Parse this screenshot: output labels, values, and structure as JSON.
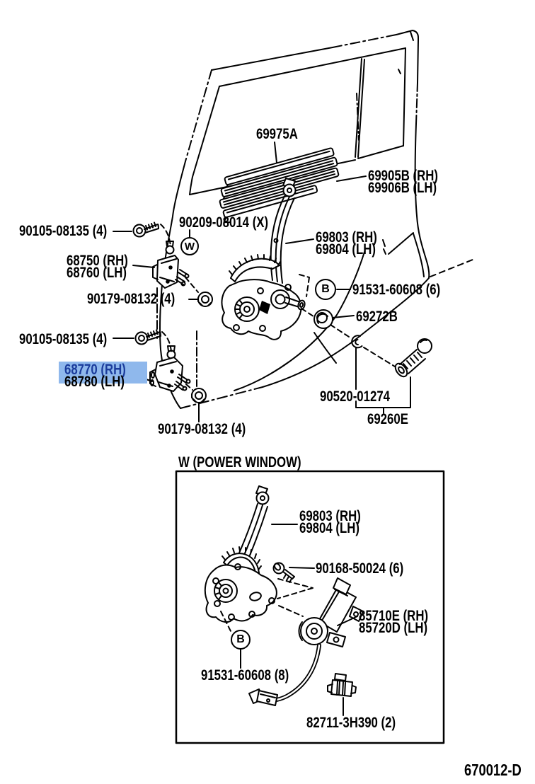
{
  "theme": {
    "highlight_bg": "#8fb8ec",
    "highlight_text": "#1b3c9c",
    "ink": "#000000",
    "paper": "#ffffff"
  },
  "main_view": {
    "callouts": {
      "guide_69975a": "69975A",
      "run_rh": "69905B (RH)",
      "run_lh": "69906B (LH)",
      "bolt_upper": "90105-08135 (4)",
      "screw_w": "90209-08014 (X)",
      "hinge_upper_rh": "68750 (RH)",
      "hinge_upper_lh": "68760 (LH)",
      "regulator_rh": "69803 (RH)",
      "regulator_lh": "69804 (LH)",
      "nut_upper": "90179-08132 (4)",
      "screw_b6": "91531-60608 (6)",
      "grommet": "69272B",
      "bolt_lower": "90105-08135 (4)",
      "hinge_lower_rh": "68770 (RH)",
      "hinge_lower_lh": "68780 (LH)",
      "clip_90520": "90520-01274",
      "handle": "69260E",
      "nut_lower": "90179-08132 (4)"
    },
    "symbols": {
      "w": "W",
      "b": "B"
    }
  },
  "power_window_view": {
    "title": "W (POWER WINDOW)",
    "callouts": {
      "regulator_rh": "69803 (RH)",
      "regulator_lh": "69804 (LH)",
      "screw": "90168-50024 (6)",
      "motor_rh": "85710E (RH)",
      "motor_lh": "85720D (LH)",
      "screw_b8": "91531-60608 (8)",
      "clamp": "82711-3H390 (2)"
    },
    "symbols": {
      "b": "B"
    }
  },
  "footer": {
    "figure_code": "670012-D"
  }
}
